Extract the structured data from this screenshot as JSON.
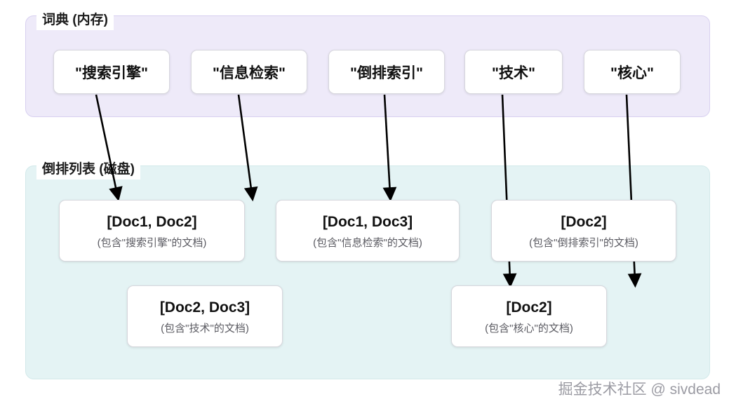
{
  "diagram": {
    "panels": [
      {
        "id": "dictionary",
        "title": "词典 (内存)"
      },
      {
        "id": "postings",
        "title": "倒排列表 (磁盘)"
      }
    ],
    "terms": [
      {
        "label": "\"搜索引擎\""
      },
      {
        "label": "\"信息检索\""
      },
      {
        "label": "\"倒排索引\""
      },
      {
        "label": "\"技术\""
      },
      {
        "label": "\"核心\""
      }
    ],
    "postings": [
      {
        "docs": "[Doc1, Doc2]",
        "note": "(包含\"搜索引擎\"的文档)"
      },
      {
        "docs": "[Doc1, Doc3]",
        "note": "(包含\"信息检索\"的文档)"
      },
      {
        "docs": "[Doc2]",
        "note": "(包含\"倒排索引\"的文档)"
      },
      {
        "docs": "[Doc2, Doc3]",
        "note": "(包含\"技术\"的文档)"
      },
      {
        "docs": "[Doc2]",
        "note": "(包含\"核心\"的文档)"
      }
    ],
    "watermark": "掘金技术社区 @ sivdead",
    "colors": {
      "dictionary_bg": "#eeeaf9",
      "postings_bg": "#e4f3f4",
      "card_bg": "#ffffff",
      "arrow": "#000000",
      "text": "#111111",
      "muted_text": "#5b5b62"
    }
  }
}
